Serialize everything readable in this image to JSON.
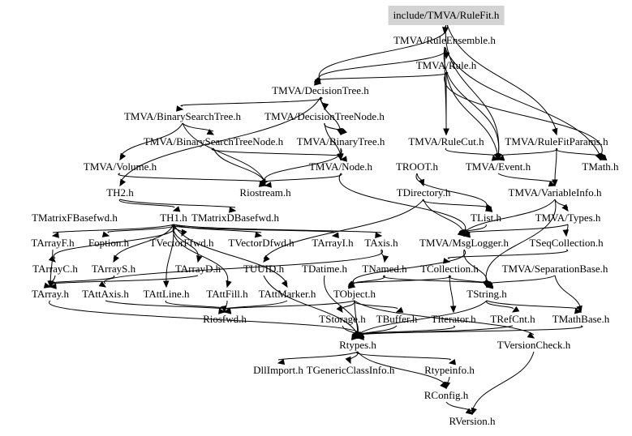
{
  "title": "include/TMVA/RuleFit.h include dependency graph",
  "root": "include/TMVA/RuleFit.h",
  "colors": {
    "root_fill": "#d3d3d3",
    "edge": "#000000",
    "text": "#000000",
    "background": "#ffffff"
  },
  "nodes": [
    {
      "id": "rulefit",
      "label": "include/TMVA/RuleFit.h",
      "root": true
    },
    {
      "id": "ruleensemble",
      "label": "TMVA/RuleEnsemble.h"
    },
    {
      "id": "rule",
      "label": "TMVA/Rule.h"
    },
    {
      "id": "decisiontree",
      "label": "TMVA/DecisionTree.h"
    },
    {
      "id": "bst",
      "label": "TMVA/BinarySearchTree.h"
    },
    {
      "id": "dtnode",
      "label": "TMVA/DecisionTreeNode.h"
    },
    {
      "id": "bstnode",
      "label": "TMVA/BinarySearchTreeNode.h"
    },
    {
      "id": "binarytree",
      "label": "TMVA/BinaryTree.h"
    },
    {
      "id": "rulecut",
      "label": "TMVA/RuleCut.h"
    },
    {
      "id": "rulefitparams",
      "label": "TMVA/RuleFitParams.h"
    },
    {
      "id": "volume",
      "label": "TMVA/Volume.h"
    },
    {
      "id": "node",
      "label": "TMVA/Node.h"
    },
    {
      "id": "troot",
      "label": "TROOT.h"
    },
    {
      "id": "event",
      "label": "TMVA/Event.h"
    },
    {
      "id": "tmath",
      "label": "TMath.h"
    },
    {
      "id": "th2",
      "label": "TH2.h"
    },
    {
      "id": "riostream",
      "label": "Riostream.h"
    },
    {
      "id": "tdirectory",
      "label": "TDirectory.h"
    },
    {
      "id": "variableinfo",
      "label": "TMVA/VariableInfo.h"
    },
    {
      "id": "tmatrixf",
      "label": "TMatrixFBasefwd.h"
    },
    {
      "id": "th1",
      "label": "TH1.h"
    },
    {
      "id": "tmatrixd",
      "label": "TMatrixDBasefwd.h"
    },
    {
      "id": "tlist",
      "label": "TList.h"
    },
    {
      "id": "types",
      "label": "TMVA/Types.h"
    },
    {
      "id": "tarrayf",
      "label": "TArrayF.h"
    },
    {
      "id": "foption",
      "label": "Foption.h"
    },
    {
      "id": "tvectorf",
      "label": "TVectorFfwd.h"
    },
    {
      "id": "tvectord",
      "label": "TVectorDfwd.h"
    },
    {
      "id": "tarrayi",
      "label": "TArrayI.h"
    },
    {
      "id": "taxis",
      "label": "TAxis.h"
    },
    {
      "id": "msglogger",
      "label": "TMVA/MsgLogger.h"
    },
    {
      "id": "tseqcoll",
      "label": "TSeqCollection.h"
    },
    {
      "id": "tarrayc",
      "label": "TArrayC.h"
    },
    {
      "id": "tarrays",
      "label": "TArrayS.h"
    },
    {
      "id": "tarrayd",
      "label": "TArrayD.h"
    },
    {
      "id": "tuuid",
      "label": "TUUID.h"
    },
    {
      "id": "tdatime",
      "label": "TDatime.h"
    },
    {
      "id": "tnamed",
      "label": "TNamed.h"
    },
    {
      "id": "tcollection",
      "label": "TCollection.h"
    },
    {
      "id": "sepbase",
      "label": "TMVA/SeparationBase.h"
    },
    {
      "id": "tarray",
      "label": "TArray.h"
    },
    {
      "id": "tattaxis",
      "label": "TAttAxis.h"
    },
    {
      "id": "tattline",
      "label": "TAttLine.h"
    },
    {
      "id": "tattfill",
      "label": "TAttFill.h"
    },
    {
      "id": "tattmarker",
      "label": "TAttMarker.h"
    },
    {
      "id": "tobject",
      "label": "TObject.h"
    },
    {
      "id": "tstring",
      "label": "TString.h"
    },
    {
      "id": "riosfwd",
      "label": "Riosfwd.h"
    },
    {
      "id": "tstorage",
      "label": "TStorage.h"
    },
    {
      "id": "tbuffer",
      "label": "TBuffer.h"
    },
    {
      "id": "titerator",
      "label": "TIterator.h"
    },
    {
      "id": "trefcnt",
      "label": "TRefCnt.h"
    },
    {
      "id": "tmathbase",
      "label": "TMathBase.h"
    },
    {
      "id": "rtypes",
      "label": "Rtypes.h"
    },
    {
      "id": "tversioncheck",
      "label": "TVersionCheck.h"
    },
    {
      "id": "dllimport",
      "label": "DllImport.h"
    },
    {
      "id": "tgenericclassinfo",
      "label": "TGenericClassInfo.h"
    },
    {
      "id": "rtypeinfo",
      "label": "Rtypeinfo.h"
    },
    {
      "id": "rconfig",
      "label": "RConfig.h"
    },
    {
      "id": "rversion",
      "label": "RVersion.h"
    }
  ],
  "edges": [
    [
      "rulefit",
      "ruleensemble"
    ],
    [
      "rulefit",
      "decisiontree"
    ],
    [
      "rulefit",
      "event"
    ],
    [
      "rulefit",
      "rulefitparams"
    ],
    [
      "ruleensemble",
      "rule"
    ],
    [
      "ruleensemble",
      "decisiontree"
    ],
    [
      "ruleensemble",
      "event"
    ],
    [
      "ruleensemble",
      "tmath"
    ],
    [
      "ruleensemble",
      "rulecut"
    ],
    [
      "rule",
      "decisiontree"
    ],
    [
      "rule",
      "rulecut"
    ],
    [
      "rule",
      "event"
    ],
    [
      "rule",
      "tmath"
    ],
    [
      "decisiontree",
      "bst"
    ],
    [
      "decisiontree",
      "dtnode"
    ],
    [
      "decisiontree",
      "binarytree"
    ],
    [
      "decisiontree",
      "th2"
    ],
    [
      "bst",
      "bstnode"
    ],
    [
      "bst",
      "volume"
    ],
    [
      "bst",
      "riostream"
    ],
    [
      "dtnode",
      "binarytree"
    ],
    [
      "dtnode",
      "node"
    ],
    [
      "bstnode",
      "node"
    ],
    [
      "bstnode",
      "riostream"
    ],
    [
      "binarytree",
      "node"
    ],
    [
      "binarytree",
      "riostream"
    ],
    [
      "rulecut",
      "event"
    ],
    [
      "rulefitparams",
      "event"
    ],
    [
      "rulefitparams",
      "tmath"
    ],
    [
      "rulefitparams",
      "variableinfo"
    ],
    [
      "volume",
      "riostream"
    ],
    [
      "node",
      "riostream"
    ],
    [
      "node",
      "msglogger"
    ],
    [
      "troot",
      "tdirectory"
    ],
    [
      "troot",
      "tlist"
    ],
    [
      "event",
      "variableinfo"
    ],
    [
      "th2",
      "th1"
    ],
    [
      "th2",
      "tmatrixd"
    ],
    [
      "tdirectory",
      "tlist"
    ],
    [
      "tdirectory",
      "msglogger"
    ],
    [
      "tdirectory",
      "tuuid"
    ],
    [
      "variableinfo",
      "types"
    ],
    [
      "variableinfo",
      "msglogger"
    ],
    [
      "variableinfo",
      "tstring"
    ],
    [
      "th1",
      "tarrayf"
    ],
    [
      "th1",
      "foption"
    ],
    [
      "th1",
      "tvectorf"
    ],
    [
      "th1",
      "tvectord"
    ],
    [
      "th1",
      "tarrayi"
    ],
    [
      "th1",
      "taxis"
    ],
    [
      "th1",
      "tarrayd"
    ],
    [
      "th1",
      "tarrayc"
    ],
    [
      "th1",
      "tarrays"
    ],
    [
      "th1",
      "tattline"
    ],
    [
      "th1",
      "tattfill"
    ],
    [
      "th1",
      "tattmarker"
    ],
    [
      "tlist",
      "tseqcollection"
    ],
    [
      "tlist",
      "msglogger"
    ],
    [
      "types",
      "msglogger"
    ],
    [
      "types",
      "tseqcoll"
    ],
    [
      "tarrayf",
      "tarray"
    ],
    [
      "taxis",
      "tattaxis"
    ],
    [
      "taxis",
      "tnamed"
    ],
    [
      "msglogger",
      "tobject"
    ],
    [
      "msglogger",
      "tstring"
    ],
    [
      "tseqcoll",
      "tcollection"
    ],
    [
      "tarrayc",
      "tarray"
    ],
    [
      "tarrays",
      "tarray"
    ],
    [
      "tarrayd",
      "tarray"
    ],
    [
      "tuuid",
      "rtypes"
    ],
    [
      "tdatime",
      "rtypes"
    ],
    [
      "tnamed",
      "tobject"
    ],
    [
      "tnamed",
      "tstring"
    ],
    [
      "tcollection",
      "tobject"
    ],
    [
      "tcollection",
      "tstring"
    ],
    [
      "tcollection",
      "titerator"
    ],
    [
      "sepbase",
      "tstring"
    ],
    [
      "sepbase",
      "tmathbase"
    ],
    [
      "tarray",
      "rtypes"
    ],
    [
      "tattaxis",
      "riosfwd"
    ],
    [
      "tattline",
      "riosfwd"
    ],
    [
      "tattfill",
      "riosfwd"
    ],
    [
      "tattmarker",
      "riosfwd"
    ],
    [
      "tobject",
      "tstorage"
    ],
    [
      "tobject",
      "tbuffer"
    ],
    [
      "tobject",
      "rtypes"
    ],
    [
      "tobject",
      "riosfwd"
    ],
    [
      "tobject",
      "tversioncheck"
    ],
    [
      "tstring",
      "trefcnt"
    ],
    [
      "tstring",
      "tmathbase"
    ],
    [
      "tstring",
      "rtypes"
    ],
    [
      "tstorage",
      "rtypes"
    ],
    [
      "tbuffer",
      "rtypes"
    ],
    [
      "titerator",
      "rtypes"
    ],
    [
      "trefcnt",
      "rtypes"
    ],
    [
      "tmathbase",
      "rtypes"
    ],
    [
      "rtypes",
      "dllimport"
    ],
    [
      "rtypes",
      "tgenericclassinfo"
    ],
    [
      "rtypes",
      "rtypeinfo"
    ],
    [
      "rtypes",
      "rconfig"
    ],
    [
      "rtypeinfo",
      "rconfig"
    ],
    [
      "rconfig",
      "rversion"
    ],
    [
      "tversioncheck",
      "rversion"
    ]
  ]
}
